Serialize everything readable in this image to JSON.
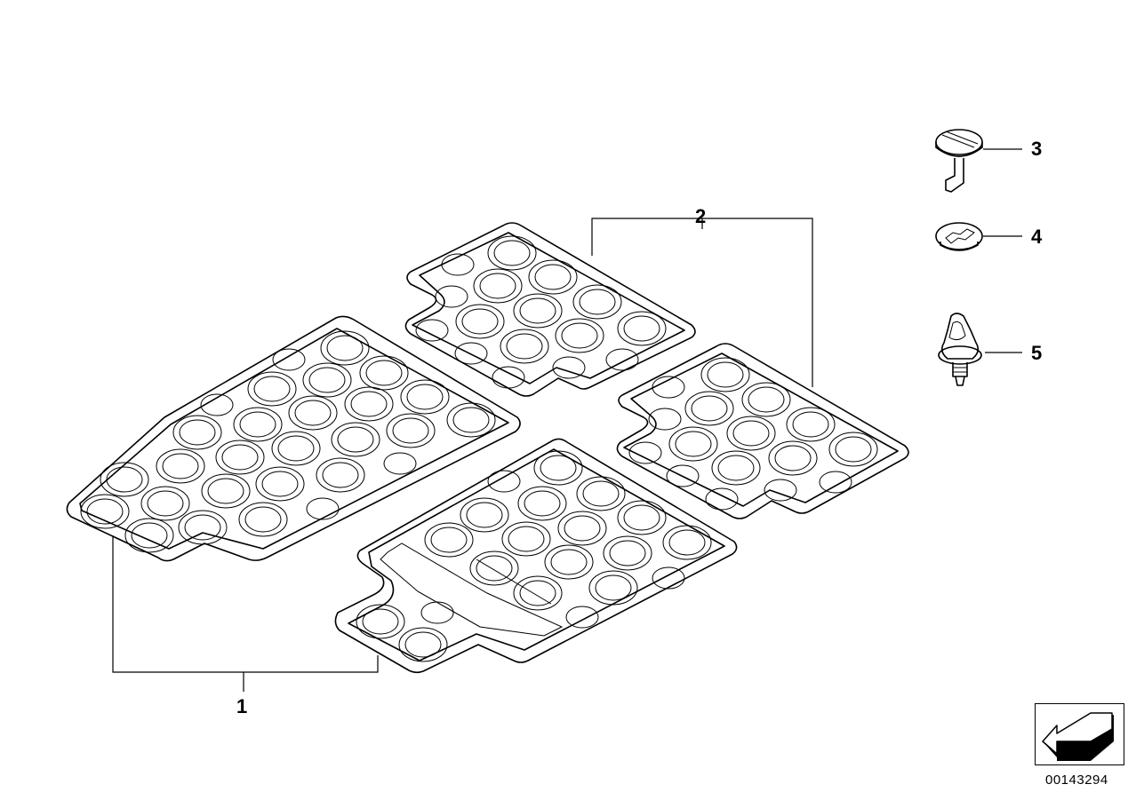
{
  "callouts": {
    "c1": "1",
    "c2": "2",
    "c3": "3",
    "c4": "4",
    "c5": "5"
  },
  "document_number": "00143294",
  "icons": {
    "navigation": "back-arrow-icon"
  }
}
